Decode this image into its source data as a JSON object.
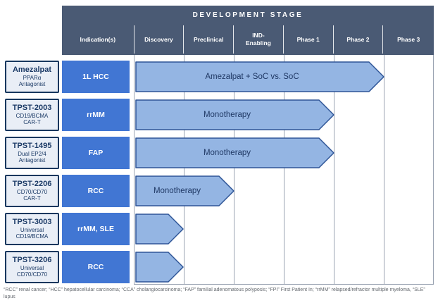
{
  "colors": {
    "header_bg": "#4a5a74",
    "header_text": "#ffffff",
    "indication_bg": "#4176d3",
    "indication_text": "#ffffff",
    "arrow_fill": "#94b5e3",
    "arrow_border": "#2e5597",
    "arrow_text": "#1f3864",
    "program_bg": "#e9eef6",
    "program_border": "#17375e",
    "program_text": "#1b3a66",
    "grid_line": "#9aa3b2",
    "footnote_text": "#63686e"
  },
  "header": {
    "title": "DEVELOPMENT STAGE",
    "columns": [
      "Indication(s)",
      "Discovery",
      "Preclinical",
      "IND-Enabling",
      "Phase 1",
      "Phase 2",
      "Phase 3"
    ]
  },
  "rows": [
    {
      "program": "Amezalpat",
      "subtitle1": "PPARα",
      "subtitle2": "Antagonist",
      "indication": "1L HCC",
      "arrow_label": "Amezalpat + SoC vs. SoC",
      "arrow_end_stage": "Phase 2"
    },
    {
      "program": "TPST-2003",
      "subtitle1": "CD19/BCMA",
      "subtitle2": "CAR-T",
      "indication": "rrMM",
      "arrow_label": "Monotherapy",
      "arrow_end_stage": "Phase 1"
    },
    {
      "program": "TPST-1495",
      "subtitle1": "Dual EP2/4",
      "subtitle2": "Antagonist",
      "indication": "FAP",
      "arrow_label": "Monotherapy",
      "arrow_end_stage": "Phase 1"
    },
    {
      "program": "TPST-2206",
      "subtitle1": "CD70/CD70",
      "subtitle2": "CAR-T",
      "indication": "RCC",
      "arrow_label": "Monotherapy",
      "arrow_end_stage": "Preclinical"
    },
    {
      "program": "TPST-3003",
      "subtitle1": "Universal",
      "subtitle2": "CD19/BCMA",
      "indication": "rrMM, SLE",
      "arrow_label": "",
      "arrow_end_stage": "Discovery"
    },
    {
      "program": "TPST-3206",
      "subtitle1": "Universal",
      "subtitle2": "CD70/CD70",
      "indication": "RCC",
      "arrow_label": "",
      "arrow_end_stage": "Discovery"
    }
  ],
  "footnote": "“RCC” renal cancer; “HCC” hepatocellular carcinoma; “CCA” cholangiocarcinoma; “FAP” familial adenomatous polyposis; “FPI” First Patient In; “rrMM” relapsed/refractor multiple myeloma, “SLE” lupus"
}
